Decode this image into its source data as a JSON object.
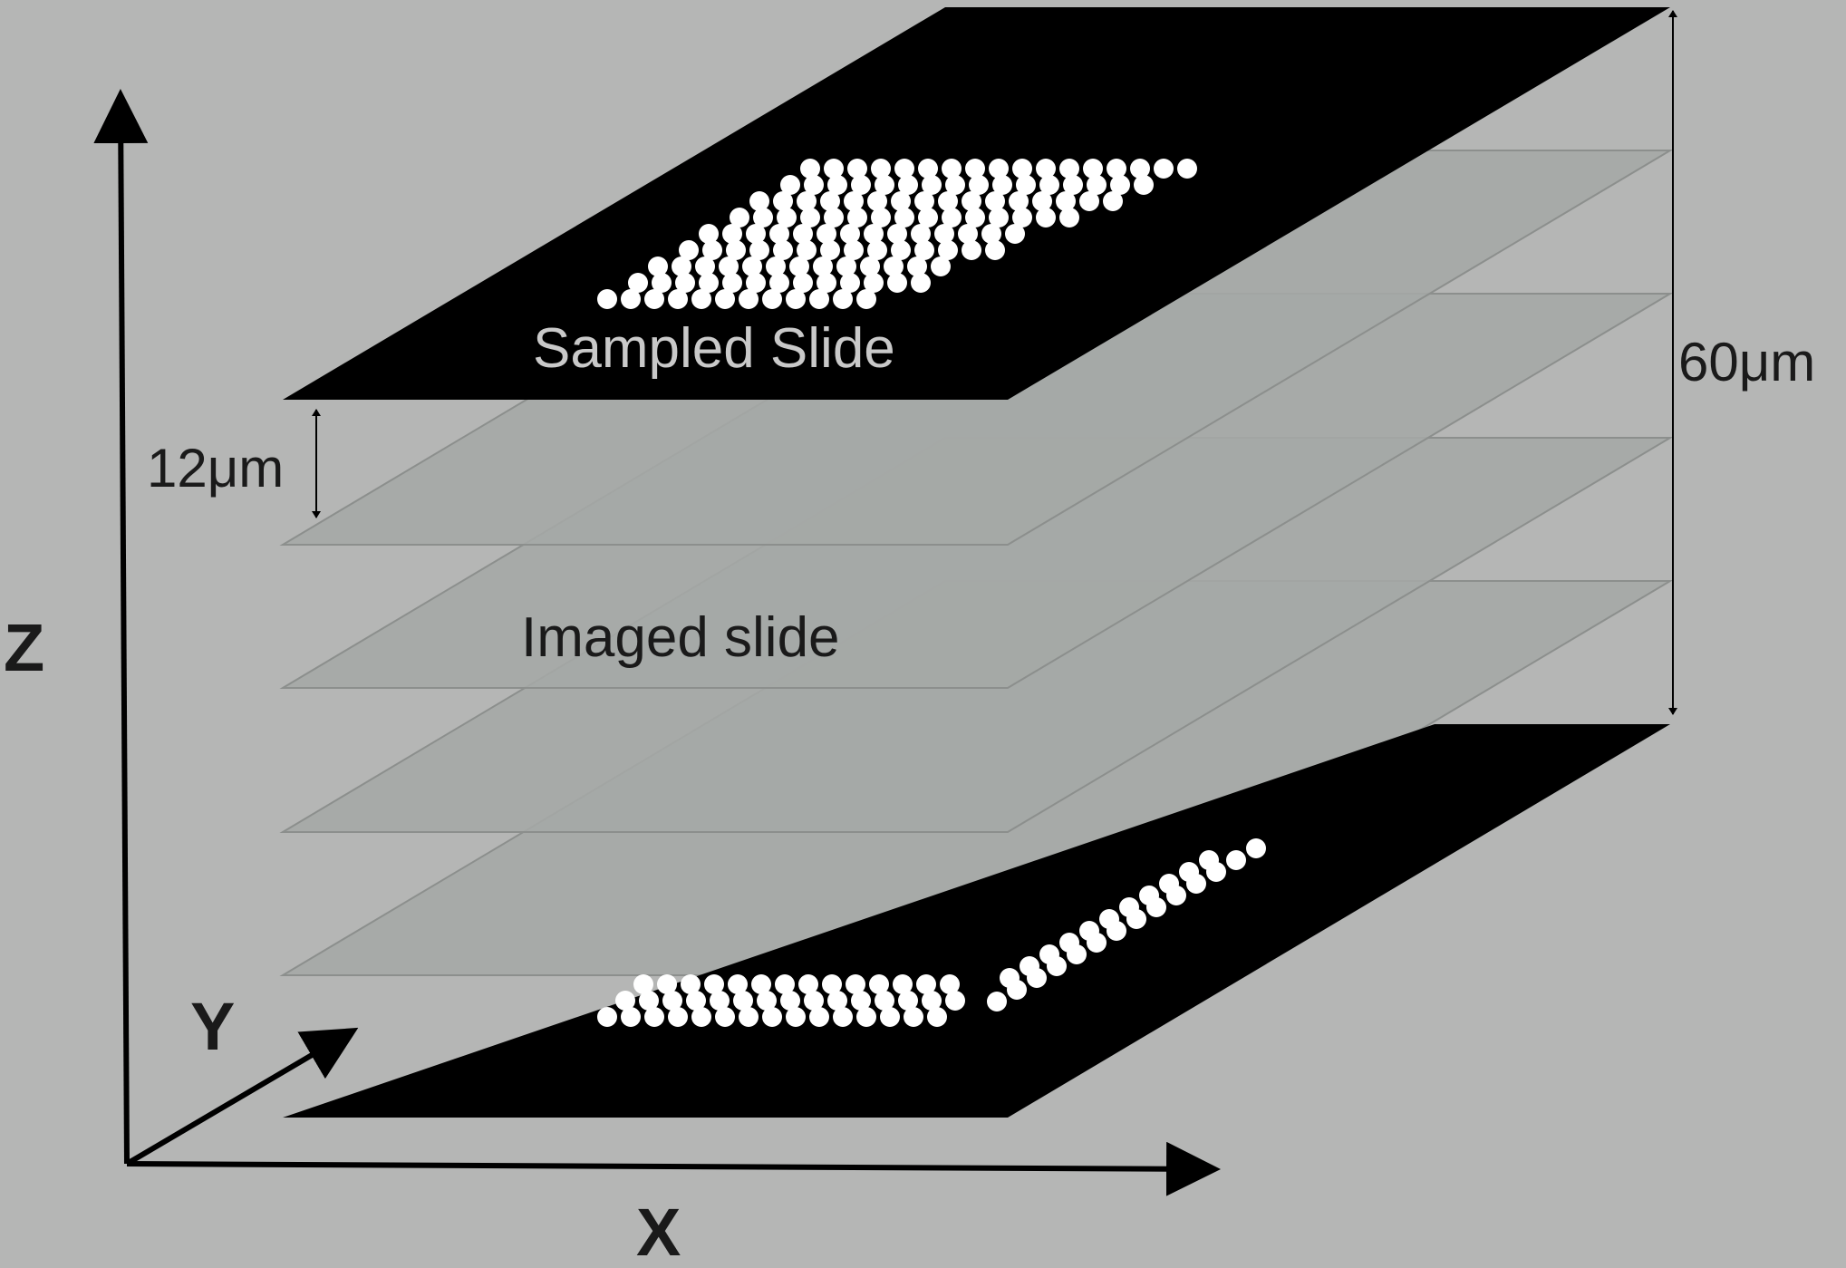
{
  "colors": {
    "background": "#b5b6b5",
    "solid_slide": "#000000",
    "imaged_slide": "#a5a8a6",
    "imaged_slide_edge": "#8c8f8d",
    "cell": "#ffffff",
    "sampled_label": "#c9c9c9",
    "text": "#1a1a1a"
  },
  "labels": {
    "sampled_slide": "Sampled Slide",
    "imaged_slide": "Imaged slide",
    "spacing": "12μm",
    "total_depth": "60μm",
    "axis_x": "X",
    "axis_y": "Y",
    "axis_z": "Z"
  },
  "slides": {
    "solid_count": 2,
    "imaged_count": 4
  }
}
